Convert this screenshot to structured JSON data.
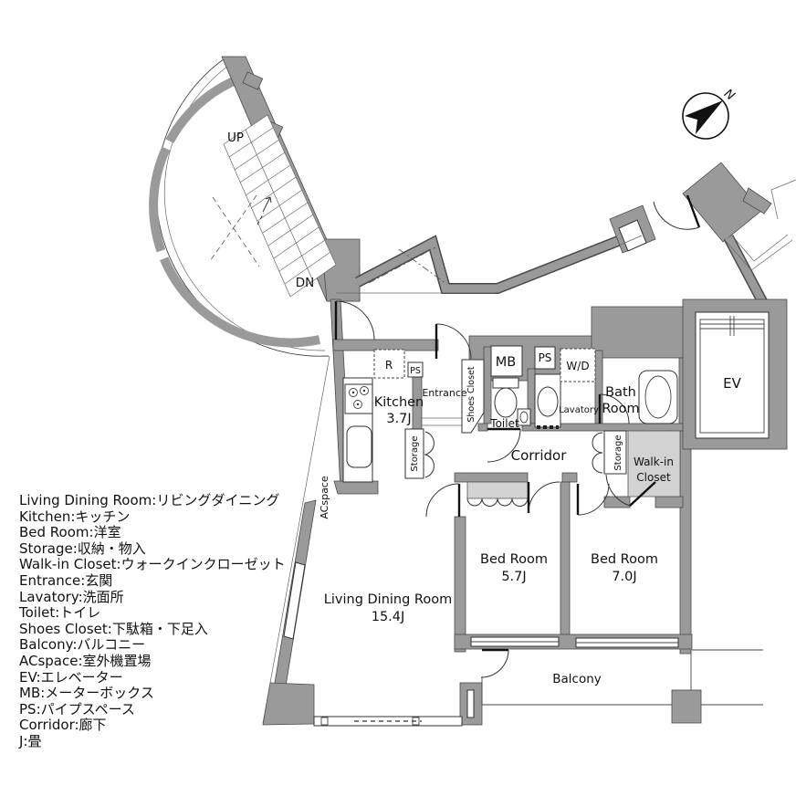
{
  "colors": {
    "wall": "#9a9a9a",
    "light_fill": "#d2d2d2",
    "line": "#333333",
    "background": "#ffffff"
  },
  "compass": {
    "label": "N"
  },
  "stairs": {
    "up": "UP",
    "down": "DN"
  },
  "rooms": {
    "living_dining": {
      "name": "Living Dining Room",
      "size": "15.4J"
    },
    "kitchen": {
      "name": "Kitchen",
      "size": "3.7J"
    },
    "bedroom_57": {
      "name": "Bed Room",
      "size": "5.7J"
    },
    "bedroom_70": {
      "name": "Bed Room",
      "size": "7.0J"
    },
    "bath": {
      "line1": "Bath",
      "line2": "Room"
    },
    "walk_in": {
      "line1": "Walk-in",
      "line2": "Closet"
    },
    "entrance": {
      "name": "Entrance"
    },
    "toilet": {
      "name": "Toilet"
    },
    "lavatory": {
      "name": "Lavatory"
    },
    "corridor": {
      "name": "Corridor"
    },
    "balcony": {
      "name": "Balcony"
    },
    "shoes_closet": {
      "name": "Shoes Closet"
    },
    "storage_a": {
      "name": "Storage"
    },
    "storage_b": {
      "name": "Storage"
    },
    "acspace": {
      "name": "ACspace"
    },
    "ev": {
      "name": "EV"
    },
    "mb": {
      "name": "MB"
    },
    "ps_a": {
      "name": "PS"
    },
    "ps_b": {
      "name": "PS"
    },
    "washer_dryer": {
      "name": "W/D"
    },
    "refrigerator": {
      "name": "R"
    }
  },
  "legend": {
    "items": [
      "Living Dining Room:リビングダイニング",
      "Kitchen:キッチン",
      "Bed Room:洋室",
      "Storage:収納・物入",
      "Walk-in Closet:ウォークインクローゼット",
      "Entrance:玄関",
      "Lavatory:洗面所",
      "Toilet:トイレ",
      "Shoes Closet:下駄箱・下足入",
      "Balcony:バルコニー",
      "ACspace:室外機置場",
      "EV:エレベーター",
      "MB:メーターボックス",
      "PS:パイプスペース",
      "Corridor:廊下",
      "J:畳"
    ]
  }
}
